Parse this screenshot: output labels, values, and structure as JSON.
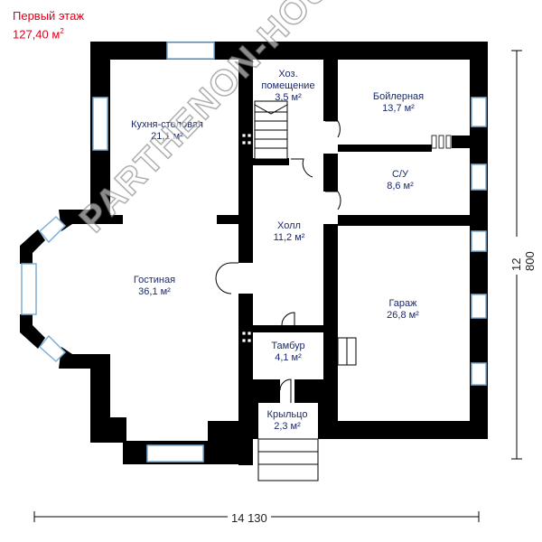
{
  "floor": {
    "title": "Первый этаж",
    "area_value": "127,40 м",
    "area_sup": "2"
  },
  "rooms": [
    {
      "id": "kitchen",
      "name": "Кухня-столовая",
      "area": "21,1 м²"
    },
    {
      "id": "storage",
      "name": "Хоз.",
      "name2": "помещение",
      "area": "3,5 м²"
    },
    {
      "id": "boiler",
      "name": "Бойлерная",
      "area": "13,7 м²"
    },
    {
      "id": "bathroom",
      "name": "С/У",
      "area": "8,6 м²"
    },
    {
      "id": "hall",
      "name": "Холл",
      "area": "11,2 м²"
    },
    {
      "id": "living",
      "name": "Гостиная",
      "area": "36,1 м²"
    },
    {
      "id": "garage",
      "name": "Гараж",
      "area": "26,8 м²"
    },
    {
      "id": "vestibule",
      "name": "Тамбур",
      "area": "4,1 м²"
    },
    {
      "id": "porch",
      "name": "Крыльцо",
      "area": "2,3 м²"
    }
  ],
  "dimensions": {
    "width": "14 130",
    "height": "12 800"
  },
  "watermark": "PARTHENON-HOUSE.RU",
  "colors": {
    "wall": "#000000",
    "window": "#7fb0d8",
    "title": "#e0001a",
    "label": "#1a2a6a"
  }
}
